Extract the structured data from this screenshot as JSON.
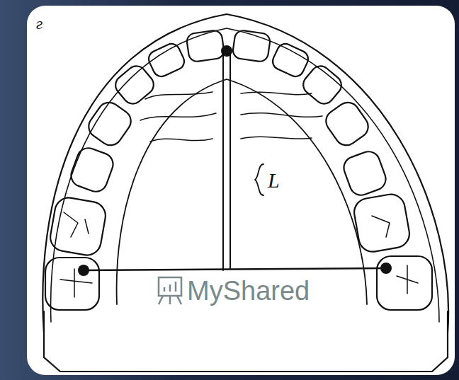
{
  "diagram": {
    "labels": [
      "г",
      "L",
      "MyShared"
    ]
  }
}
